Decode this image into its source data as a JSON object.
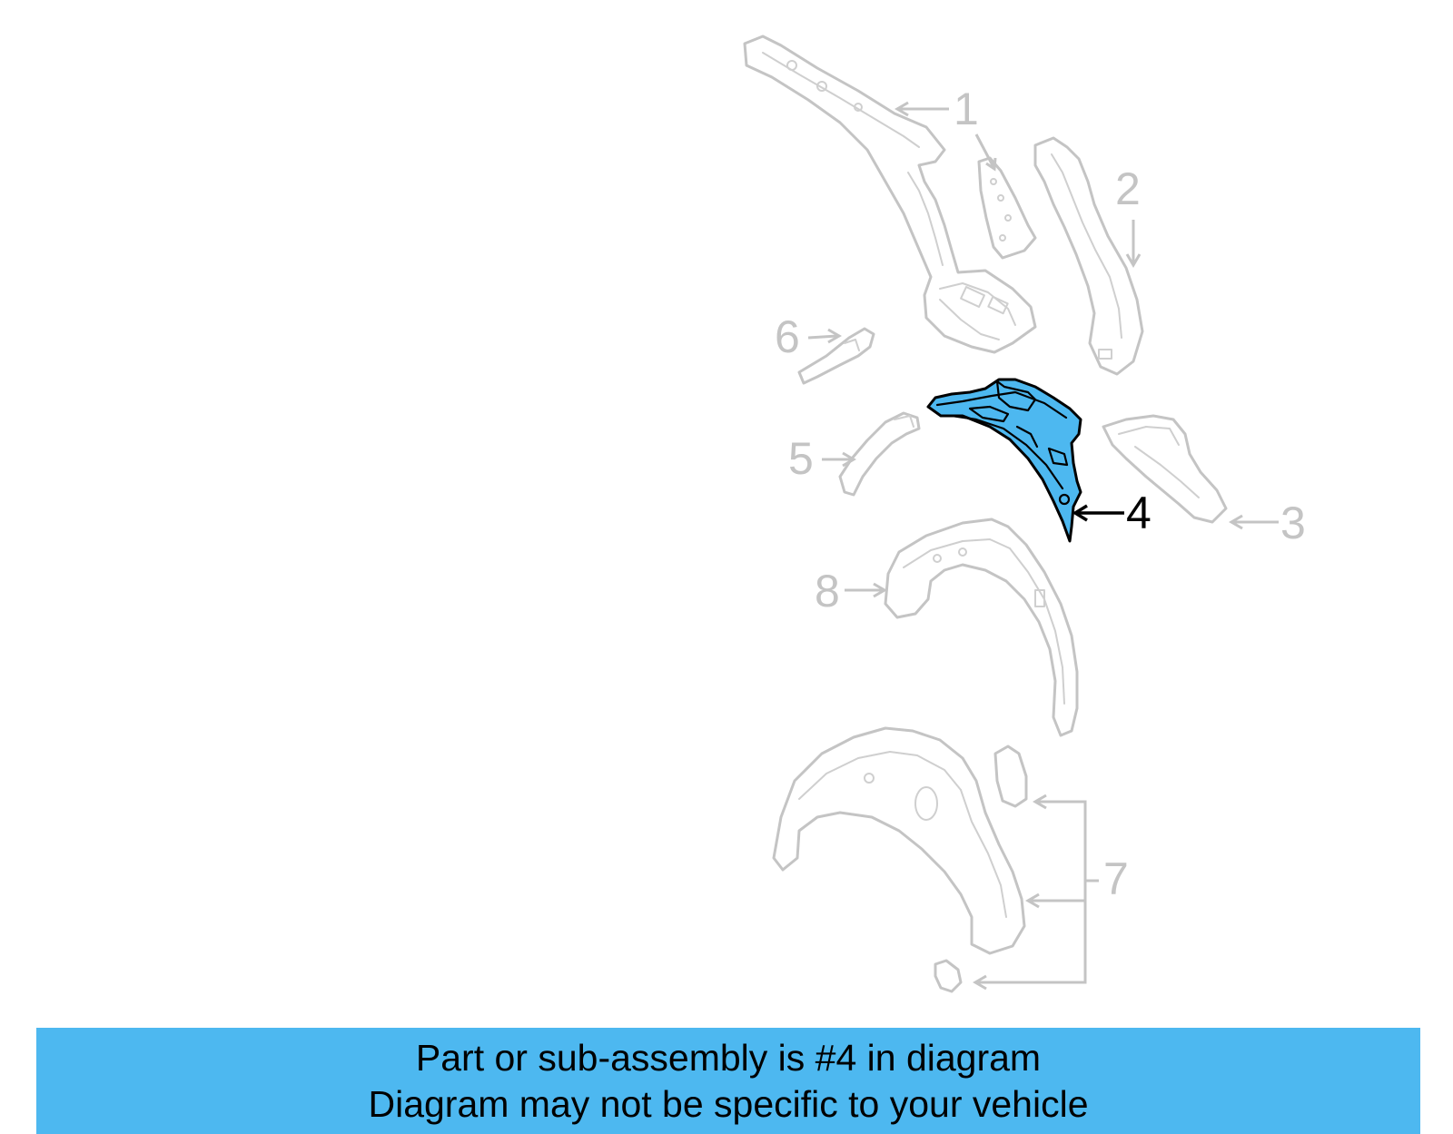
{
  "diagram": {
    "callouts": [
      {
        "id": "1",
        "label": "1",
        "selected": false
      },
      {
        "id": "2",
        "label": "2",
        "selected": false
      },
      {
        "id": "3",
        "label": "3",
        "selected": false
      },
      {
        "id": "4",
        "label": "4",
        "selected": true
      },
      {
        "id": "5",
        "label": "5",
        "selected": false
      },
      {
        "id": "6",
        "label": "6",
        "selected": false
      },
      {
        "id": "7",
        "label": "7",
        "selected": false
      },
      {
        "id": "8",
        "label": "8",
        "selected": false
      }
    ],
    "colors": {
      "highlight_fill": "#4db8f0",
      "ghost_stroke": "#c4c4c4",
      "ghost_label": "#c4c4c4",
      "selected_label": "#000000"
    }
  },
  "banner": {
    "line1": "Part or sub-assembly is #4 in diagram",
    "line2": "Diagram may not be specific to your vehicle",
    "background": "#4db8f0"
  }
}
